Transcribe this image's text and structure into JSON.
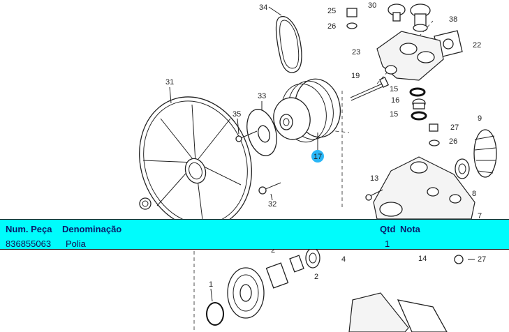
{
  "callouts": {
    "c34": "34",
    "c25": "25",
    "c30": "30",
    "c38": "38",
    "c26a": "26",
    "c22": "22",
    "c23": "23",
    "c19": "19",
    "c15a": "15",
    "c16": "16",
    "c15b": "15",
    "c31": "31",
    "c33": "33",
    "c35": "35",
    "c17": "17",
    "c9": "9",
    "c27a": "27",
    "c26b": "26",
    "c13": "13",
    "c8": "8",
    "c32": "32",
    "c7": "7",
    "c2a": "2",
    "c2b": "2",
    "c4": "4",
    "c14": "14",
    "c27b": "27",
    "c1": "1"
  },
  "parts_table": {
    "headers": {
      "part_number": "Num. Peça",
      "denomination": "Denominação",
      "qty": "Qtd",
      "note": "Nota"
    },
    "rows": [
      {
        "part_number": "836855063",
        "denomination": "Polia",
        "qty": "1",
        "note": ""
      }
    ]
  },
  "colors": {
    "panel_background": "#00fcfc",
    "highlight_marker": "#29b6f6",
    "line": "#222222"
  }
}
